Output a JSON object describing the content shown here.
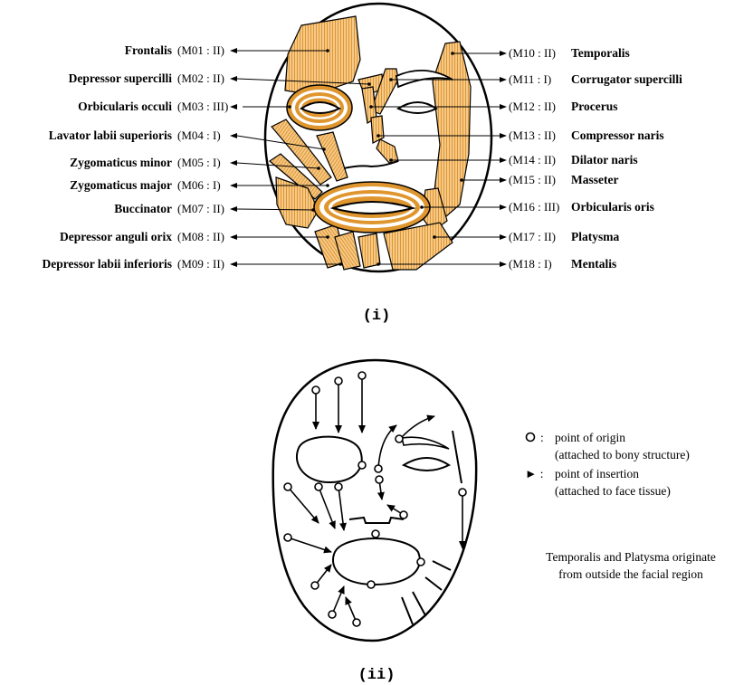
{
  "captions": {
    "part1": "(i)",
    "part2": "(ii)"
  },
  "muscles_left": [
    {
      "name": "Frontalis",
      "code": "(M01 : II)"
    },
    {
      "name": "Depressor supercilli",
      "code": "(M02 : II)"
    },
    {
      "name": "Orbicularis occuli",
      "code": "(M03 : III)"
    },
    {
      "name": "Lavator labii superioris",
      "code": "(M04 : I)"
    },
    {
      "name": "Zygomaticus minor",
      "code": "(M05 : I)"
    },
    {
      "name": "Zygomaticus major",
      "code": "(M06 : I)"
    },
    {
      "name": "Buccinator",
      "code": "(M07 : II)"
    },
    {
      "name": "Depressor anguli orix",
      "code": "(M08 : II)"
    },
    {
      "name": "Depressor labii inferioris",
      "code": "(M09 : II)"
    }
  ],
  "muscles_right": [
    {
      "name": "Temporalis",
      "code": "(M10 : II)"
    },
    {
      "name": "Corrugator supercilli",
      "code": "(M11 : I)"
    },
    {
      "name": "Procerus",
      "code": "(M12 : II)"
    },
    {
      "name": "Compressor naris",
      "code": "(M13 : II)"
    },
    {
      "name": "Dilator naris",
      "code": "(M14 : II)"
    },
    {
      "name": "Masseter",
      "code": "(M15 : II)"
    },
    {
      "name": "Orbicularis oris",
      "code": "(M16 : III)"
    },
    {
      "name": "Platysma",
      "code": "(M17 : II)"
    },
    {
      "name": "Mentalis",
      "code": "(M18 : I)"
    }
  ],
  "legend": {
    "origin_symbol": ":",
    "origin_line1": "point of origin",
    "origin_line2": "(attached to bony structure)",
    "insertion_symbol": "► :",
    "insertion_line1": "point of insertion",
    "insertion_line2": "(attached to face tissue)"
  },
  "note": {
    "line1": "Temporalis and Platysma originate",
    "line2": "from outside the facial region"
  },
  "colors": {
    "muscle_fill": "#f5c98a",
    "muscle_hatch": "#e0962e",
    "line": "#000000",
    "background": "#ffffff"
  }
}
